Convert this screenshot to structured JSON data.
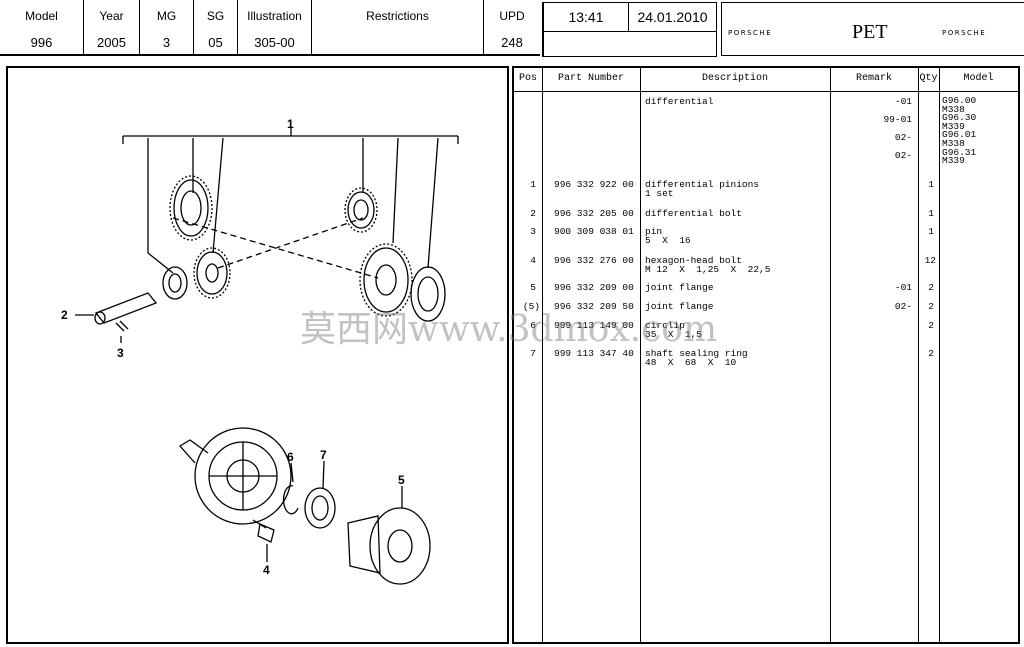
{
  "header": {
    "fields": [
      {
        "label": "Model",
        "value": "996"
      },
      {
        "label": "Year",
        "value": "2005"
      },
      {
        "label": "MG",
        "value": "3"
      },
      {
        "label": "SG",
        "value": "05"
      },
      {
        "label": "Illustration",
        "value": "305-00"
      },
      {
        "label": "Restrictions",
        "value": ""
      },
      {
        "label": "UPD",
        "value": "248"
      }
    ],
    "time": "13:41",
    "date": "24.01.2010",
    "brand_left": "PORSCHE",
    "app_name": "PET",
    "brand_right": "PORSCHE"
  },
  "illustration": {
    "callouts": [
      "1",
      "2",
      "3",
      "4",
      "5",
      "6",
      "7"
    ]
  },
  "parts_table": {
    "columns": {
      "pos": "Pos",
      "part_number": "Part Number",
      "description": "Description",
      "remark": "Remark",
      "qty": "Qty",
      "model": "Model"
    },
    "rows": [
      {
        "pos": "",
        "part_number": "",
        "description": "differential",
        "remark": "-01\n\n99-01\n\n02-\n\n02-",
        "qty": "",
        "model": "G96.00\nM338\nG96.30\nM339\nG96.01\nM338\nG96.31\nM339"
      },
      {
        "pos": "1",
        "part_number": "996 332 922 00",
        "description": "differential pinions\n1 set",
        "remark": "",
        "qty": "1",
        "model": ""
      },
      {
        "pos": "2",
        "part_number": "996 332 205 00",
        "description": "differential bolt",
        "remark": "",
        "qty": "1",
        "model": ""
      },
      {
        "pos": "3",
        "part_number": "900 309 038 01",
        "description": "pin\n5  X  16",
        "remark": "",
        "qty": "1",
        "model": ""
      },
      {
        "pos": "4",
        "part_number": "996 332 276 00",
        "description": "hexagon-head bolt\nM 12  X  1,25  X  22,5",
        "remark": "",
        "qty": "12",
        "model": ""
      },
      {
        "pos": "5",
        "part_number": "996 332 209 00",
        "description": "joint flange",
        "remark": "-01",
        "qty": "2",
        "model": ""
      },
      {
        "pos": "(5)",
        "part_number": "996 332 209 50",
        "description": "joint flange",
        "remark": "02-",
        "qty": "2",
        "model": ""
      },
      {
        "pos": "6",
        "part_number": "999 113 149 00",
        "description": "circlip\n35  X  1,5",
        "remark": "",
        "qty": "2",
        "model": ""
      },
      {
        "pos": "7",
        "part_number": "999 113 347 40",
        "description": "shaft sealing ring\n48  X  68  X  10",
        "remark": "",
        "qty": "2",
        "model": ""
      }
    ]
  },
  "watermark": "莫西网www.3dmox.com"
}
